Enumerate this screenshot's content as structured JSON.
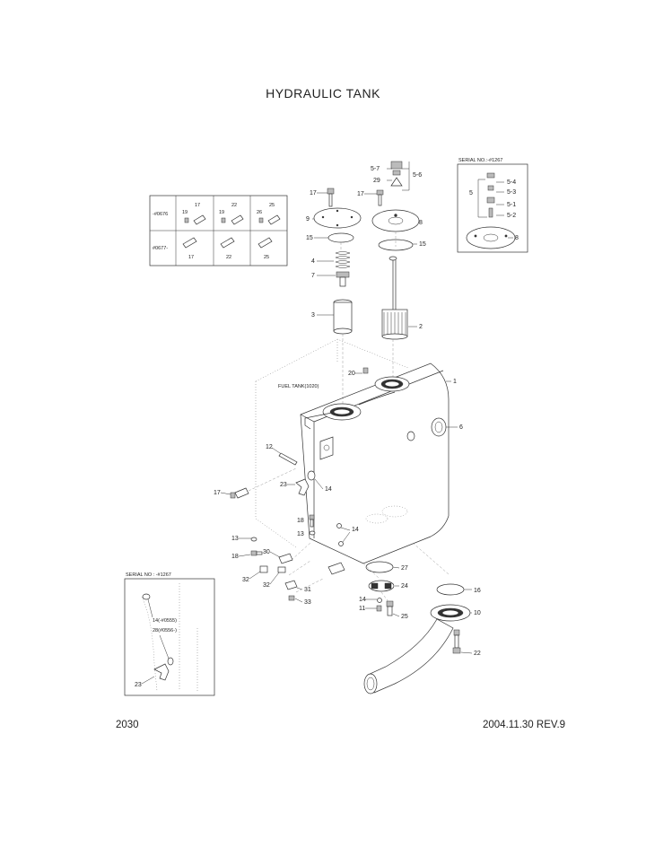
{
  "title": "HYDRAULIC TANK",
  "page_number": "2030",
  "revision": "2004.11.30  REV.9",
  "inset_top_right": {
    "label": "SERIAL NO.:-#1267",
    "parts": [
      "5",
      "5-4",
      "5-3",
      "5-1",
      "5-2",
      "8"
    ]
  },
  "inset_top_left": {
    "row1_serial": "-#0676",
    "row2_serial": "#0677-",
    "row1_items": [
      [
        "17",
        "19"
      ],
      [
        "19",
        "22"
      ],
      [
        "26",
        "25"
      ]
    ],
    "row2_items": [
      "17",
      "22",
      "25"
    ]
  },
  "inset_bottom_left": {
    "label": "SERIAL NO : -#1267",
    "notes": [
      "14(-#0555)",
      "28(#0556-)"
    ],
    "parts": [
      "23"
    ]
  },
  "fuel_tank_note": "FUEL TANK(1020)",
  "callouts": {
    "c5_7": "5-7",
    "c5_6": "5-6",
    "c29": "29",
    "c17a": "17",
    "c17b": "17",
    "c9": "9",
    "c8": "8",
    "c15a": "15",
    "c15b": "15",
    "c4": "4",
    "c7": "7",
    "c3": "3",
    "c2": "2",
    "c20": "20",
    "c1": "1",
    "c6": "6",
    "c12": "12",
    "c17c": "17",
    "c23": "23",
    "c14a": "14",
    "c18a": "18",
    "c13a": "13",
    "c14b": "14",
    "c13b": "13",
    "c18b": "18",
    "c30": "30",
    "c32a": "32",
    "c32b": "32",
    "c31": "31",
    "c33": "33",
    "c27": "27",
    "c24": "24",
    "c14c": "14",
    "c11": "11",
    "c25": "25",
    "c16": "16",
    "c10": "10",
    "c22": "22"
  }
}
